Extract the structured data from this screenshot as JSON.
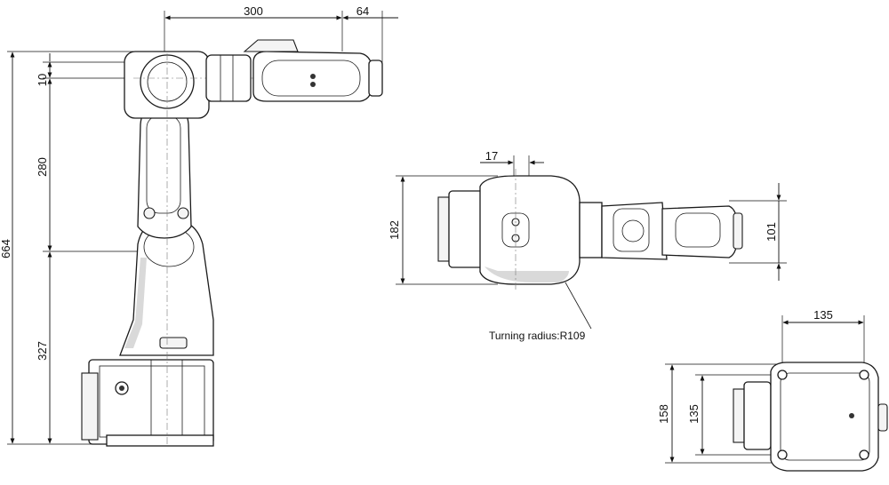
{
  "diagram": {
    "side_view": {
      "dims": {
        "horizontal_reach": "300",
        "wrist_offset": "64",
        "overall_height": "664",
        "top_offset": "10",
        "upper_arm": "280",
        "base_height": "327"
      }
    },
    "top_view": {
      "dims": {
        "offset": "17",
        "width": "182",
        "wrist_width": "101"
      },
      "annotation": "Turning radius:R109"
    },
    "base_view": {
      "dims": {
        "hole_spacing_x": "135",
        "overall_depth": "158",
        "hole_spacing_y": "135"
      }
    }
  }
}
